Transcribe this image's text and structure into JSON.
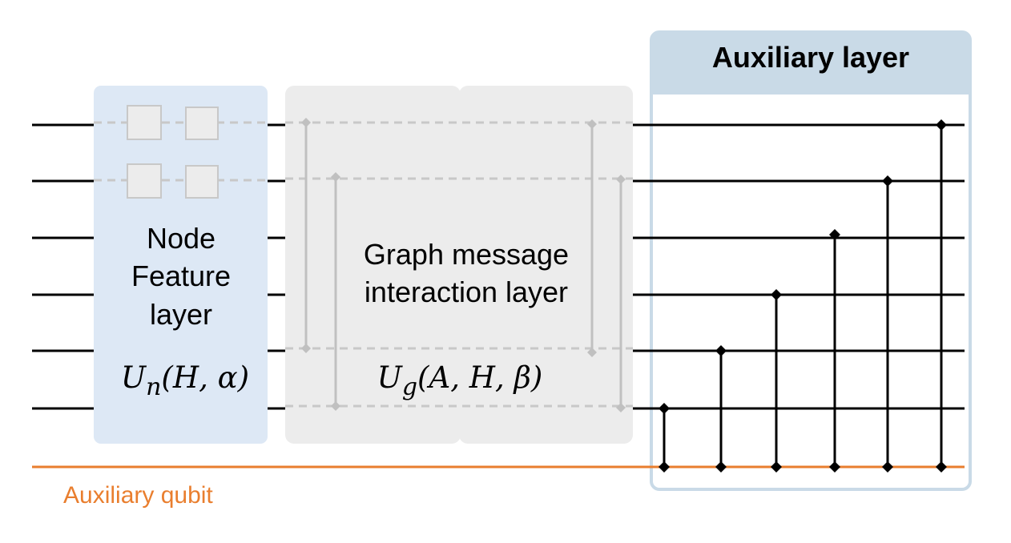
{
  "node_feature_block": {
    "label_lines": [
      "Node",
      "Feature",
      "layer"
    ],
    "formula": {
      "operator": "U",
      "subscript": "n",
      "args": "(H, α)"
    },
    "color": "#dde8f5"
  },
  "graph_message_block": {
    "label_lines": [
      "Graph message",
      "interaction layer"
    ],
    "formula": {
      "operator": "U",
      "subscript": "g",
      "args": "(A, H, β)"
    },
    "color": "#ececec"
  },
  "auxiliary_layer_block": {
    "title": "Auxiliary layer",
    "header_color": "#c9dae7",
    "border_color": "#c9dae7"
  },
  "auxiliary_qubit": {
    "label": "Auxiliary qubit",
    "color": "#e97e2e"
  },
  "colors": {
    "wire": "#000000",
    "gate_fill": "#ececec",
    "gate_stroke": "#c8c8c8",
    "grey_connection": "#c0c0c0",
    "dashed_wire": "#c8c8c8"
  }
}
